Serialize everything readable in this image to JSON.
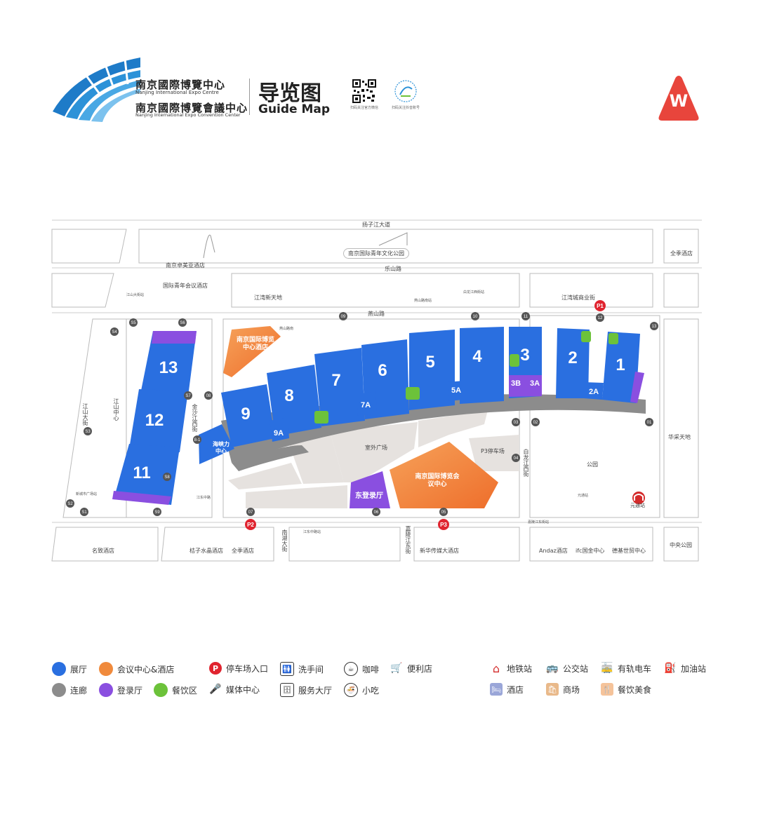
{
  "header": {
    "name_cn_1": "南京國際博覽中心",
    "name_en_1": "Nanjing International Expo Centre",
    "name_cn_2": "南京國際博覽會議中心",
    "name_en_2": "Nanjing International Expo Convention Center",
    "title_cn": "导览图",
    "title_en": "Guide Map",
    "qr1_caption": "扫码关注官方微信",
    "qr2_caption": "扫码关注抖音账号",
    "compass": "W"
  },
  "roads": {
    "yangtze": "扬子江大道",
    "park_north": "南京国际青年文化公园",
    "leshan": "乐山路",
    "yanshan": "燕山路",
    "jiangshan": "江山大街",
    "jiangshan_mid": "江山中心",
    "jinsha": "金沙江西街",
    "bailong": "白龙江西街",
    "nanhu": "南湖大街",
    "jialing": "嘉陵江东街"
  },
  "places": {
    "zhuomei_hotel": "南京卓美亚酒店",
    "youth_hotel": "国际青年会议酒店",
    "quanji_hotel_ne": "全季酒店",
    "jiangwan_xintiandi": "江湾新天地",
    "jiangwan_mall": "江湾城商业街",
    "huacai": "华采天地",
    "central_park": "中央公园",
    "park": "公园",
    "mingzhi_hotel": "名致酒店",
    "juzi_hotel": "桔子水晶酒店",
    "quanji_hotel_s": "全季酒店",
    "xinhua_hotel": "新华传媒大酒店",
    "andaz": "Andaz酒店",
    "ifc": "ifc国金中心",
    "dejie": "德基世贸中心",
    "expo_hotel": "南京国际博览中心酒店",
    "convention": "南京国际博览会议中心",
    "outdoor_plaza": "室外广场",
    "p3_lot": "P3停车场",
    "east_registration": "东登录厅",
    "haixia": "海峡力中心",
    "yuantong": "元通站"
  },
  "halls": [
    "13",
    "12",
    "11",
    "9",
    "8",
    "7",
    "6",
    "5",
    "4",
    "3",
    "2",
    "1",
    "9A",
    "7A",
    "5A",
    "3B",
    "3A",
    "2A"
  ],
  "gates": [
    "01",
    "02",
    "03",
    "04",
    "05",
    "06",
    "07",
    "08",
    "09",
    "10",
    "11",
    "12",
    "13",
    "S1",
    "S2",
    "S3",
    "S4",
    "S5",
    "S6",
    "S7",
    "S8",
    "S9",
    "8-1"
  ],
  "parking": [
    "P1",
    "P2",
    "P3"
  ],
  "bus_notes": {
    "b1": "燕山路南站",
    "b2": "江东中路",
    "b3": "元通站",
    "b4": "燕山路南",
    "b5": "白龙江西街站",
    "b6": "江山大街站",
    "b7": "新城市广场站",
    "b8": "江东中路站",
    "b9": "嘉陵江东街站"
  },
  "legend": {
    "hall": "展厅",
    "convention_hotel": "会议中心&酒店",
    "parking_entry": "停车场入口",
    "restroom": "洗手间",
    "coffee": "咖啡",
    "store": "便利店",
    "metro": "地铁站",
    "bus": "公交站",
    "tram": "有轨电车",
    "gas": "加油站",
    "corridor": "连廊",
    "registration": "登录厅",
    "dining": "餐饮区",
    "media": "媒体中心",
    "service": "服务大厅",
    "snack": "小吃",
    "hotel": "酒店",
    "mall": "商场",
    "food": "餐饮美食"
  },
  "colors": {
    "hall": "#2A6FE0",
    "convention": "#F08A3C",
    "registration": "#8A4FE0",
    "dining": "#6CC23A",
    "corridor": "#8C8C8C",
    "parking": "#E0242F",
    "compass": "#E8453C"
  }
}
